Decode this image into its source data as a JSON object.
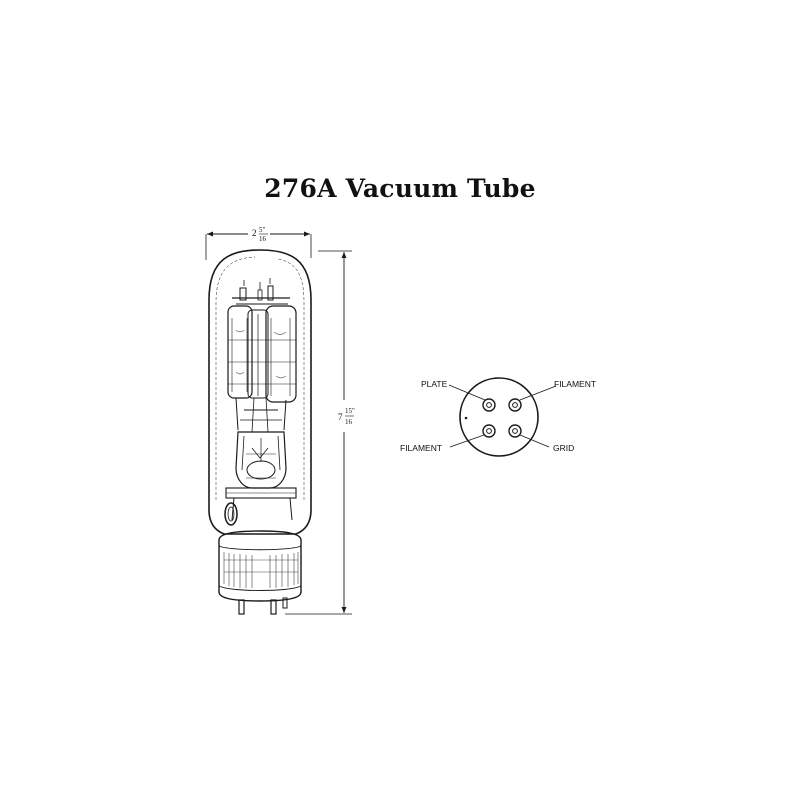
{
  "title": "276A Vacuum Tube",
  "dimensions": {
    "width_whole": "2",
    "width_num": "5\"",
    "width_den": "16",
    "height_whole": "7",
    "height_num": "15\"",
    "height_den": "16"
  },
  "base_pins": {
    "plate": "PLATE",
    "filament_top": "FILAMENT",
    "filament_bottom": "FILAMENT",
    "grid": "GRID"
  }
}
